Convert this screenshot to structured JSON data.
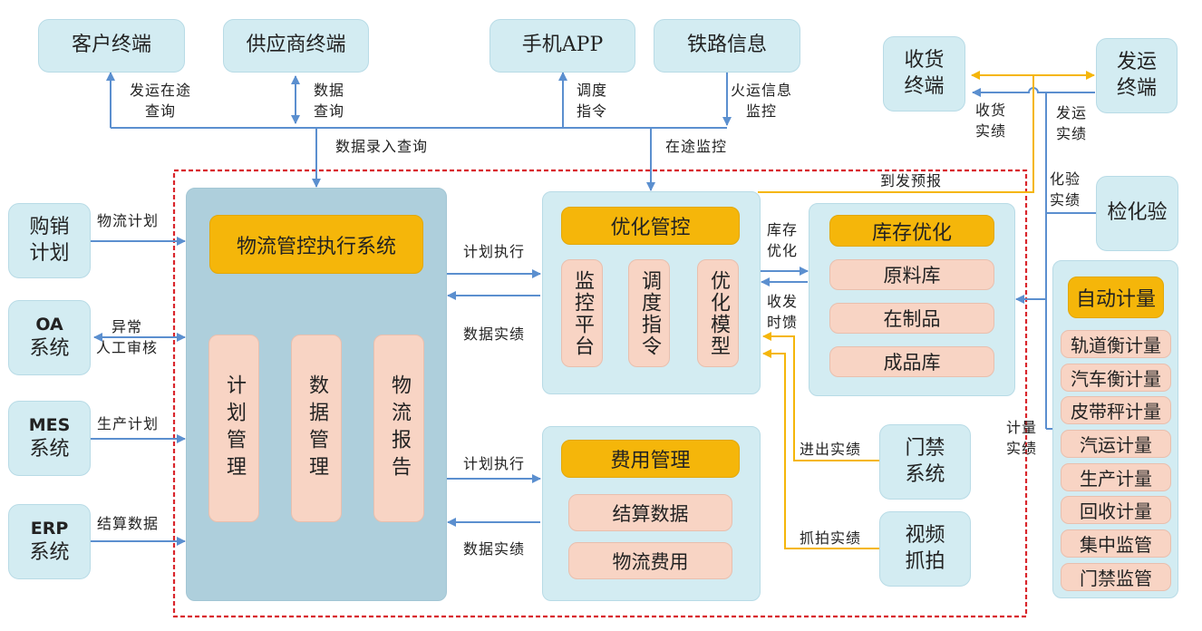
{
  "external_top": {
    "customer_terminal": "客户终端",
    "supplier_terminal": "供应商终端",
    "mobile_app": "手机APP",
    "railway_info": "铁路信息"
  },
  "external_top_right": {
    "receiving_terminal": [
      "收货",
      "终端"
    ],
    "shipping_terminal": [
      "发运",
      "终端"
    ],
    "inspection": "检化验"
  },
  "external_left": {
    "purchase_sales_plan": [
      "购销",
      "计划"
    ],
    "oa_system": [
      "OA",
      "系统"
    ],
    "mes_system": [
      "MES",
      "系统"
    ],
    "erp_system": [
      "ERP",
      "系统"
    ]
  },
  "external_bottom": {
    "access_control": [
      "门禁",
      "系统"
    ],
    "video_capture": [
      "视频",
      "抓拍"
    ]
  },
  "core_system": {
    "title": "物流管控执行系统",
    "modules": [
      "计划管理",
      "数据管理",
      "物流报告"
    ]
  },
  "optimization_control": {
    "title": "优化管控",
    "modules": [
      "监控平台",
      "调度指令",
      "优化模型"
    ]
  },
  "inventory_optimization": {
    "title": "库存优化",
    "items": [
      "原料库",
      "在制品",
      "成品库"
    ]
  },
  "cost_management": {
    "title": "费用管理",
    "items": [
      "结算数据",
      "物流费用"
    ]
  },
  "auto_metering": {
    "title": "自动计量",
    "items": [
      "轨道衡计量",
      "汽车衡计量",
      "皮带秤计量",
      "汽运计量",
      "生产计量",
      "回收计量",
      "集中监管",
      "门禁监管"
    ]
  },
  "edge_labels": {
    "shipping_in_transit_query": [
      "发运在途",
      "查询"
    ],
    "data_query": [
      "数据",
      "查询"
    ],
    "dispatch_command": [
      "调度",
      "指令"
    ],
    "rail_shipping_monitor": [
      "火运信息",
      "监控"
    ],
    "data_entry_query": "数据录入查询",
    "in_transit_monitor": "在途监控",
    "receiving_results": [
      "收货",
      "实绩"
    ],
    "shipping_results": [
      "发运",
      "实绩"
    ],
    "arrival_departure_forecast": "到发预报",
    "inspection_results": [
      "化验",
      "实绩"
    ],
    "logistics_plan": "物流计划",
    "exception_manual_review": [
      "异常",
      "人工审核"
    ],
    "production_plan": "生产计划",
    "settlement_data": "结算数据",
    "plan_execution_1": "计划执行",
    "data_results_1": "数据实绩",
    "plan_execution_2": "计划执行",
    "data_results_2": "数据实绩",
    "inventory_optimize": [
      "库存",
      "优化"
    ],
    "send_receive_feedback": [
      "收发",
      "时馈"
    ],
    "metering_results": [
      "计量",
      "实绩"
    ],
    "entry_exit_results": "进出实绩",
    "capture_results": "抓拍实绩"
  },
  "colors": {
    "terminal_fill": "#d3ecf2",
    "core_fill": "#aecfdc",
    "header_fill": "#f5b60a",
    "module_fill": "#f8d4c4",
    "blue_arrow": "#5b8fcf",
    "orange_arrow": "#f5b60a",
    "boundary_dashed": "#d9262c"
  }
}
